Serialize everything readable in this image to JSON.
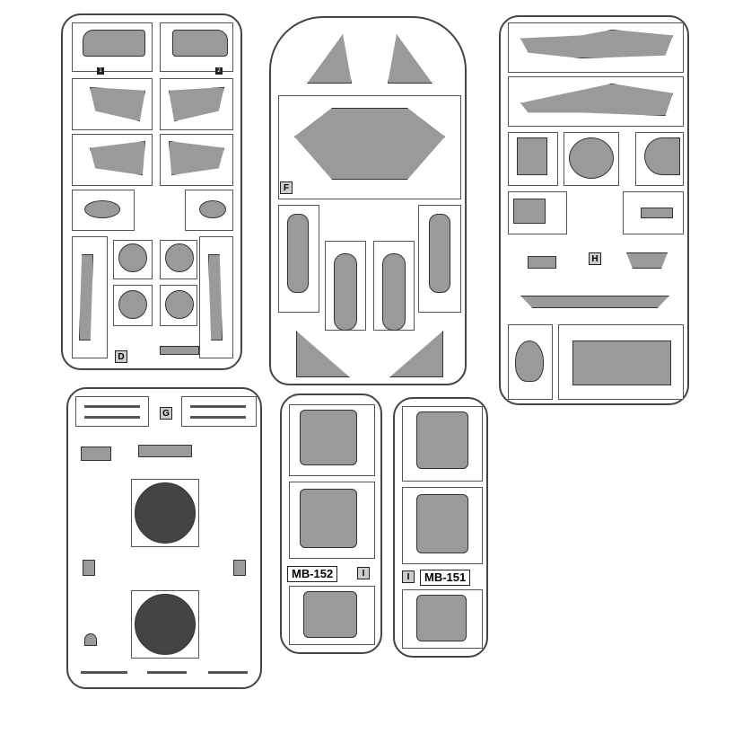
{
  "sprues": {
    "D": {
      "letter": "D"
    },
    "F": {
      "letter": "F"
    },
    "H": {
      "letter": "H"
    },
    "G": {
      "letter": "G"
    },
    "I1": {
      "letter": "I",
      "model": "MB-152"
    },
    "I2": {
      "letter": "I",
      "model": "MB-151"
    }
  },
  "colors": {
    "part_fill": "#9a9a9a",
    "outline": "#333333"
  }
}
